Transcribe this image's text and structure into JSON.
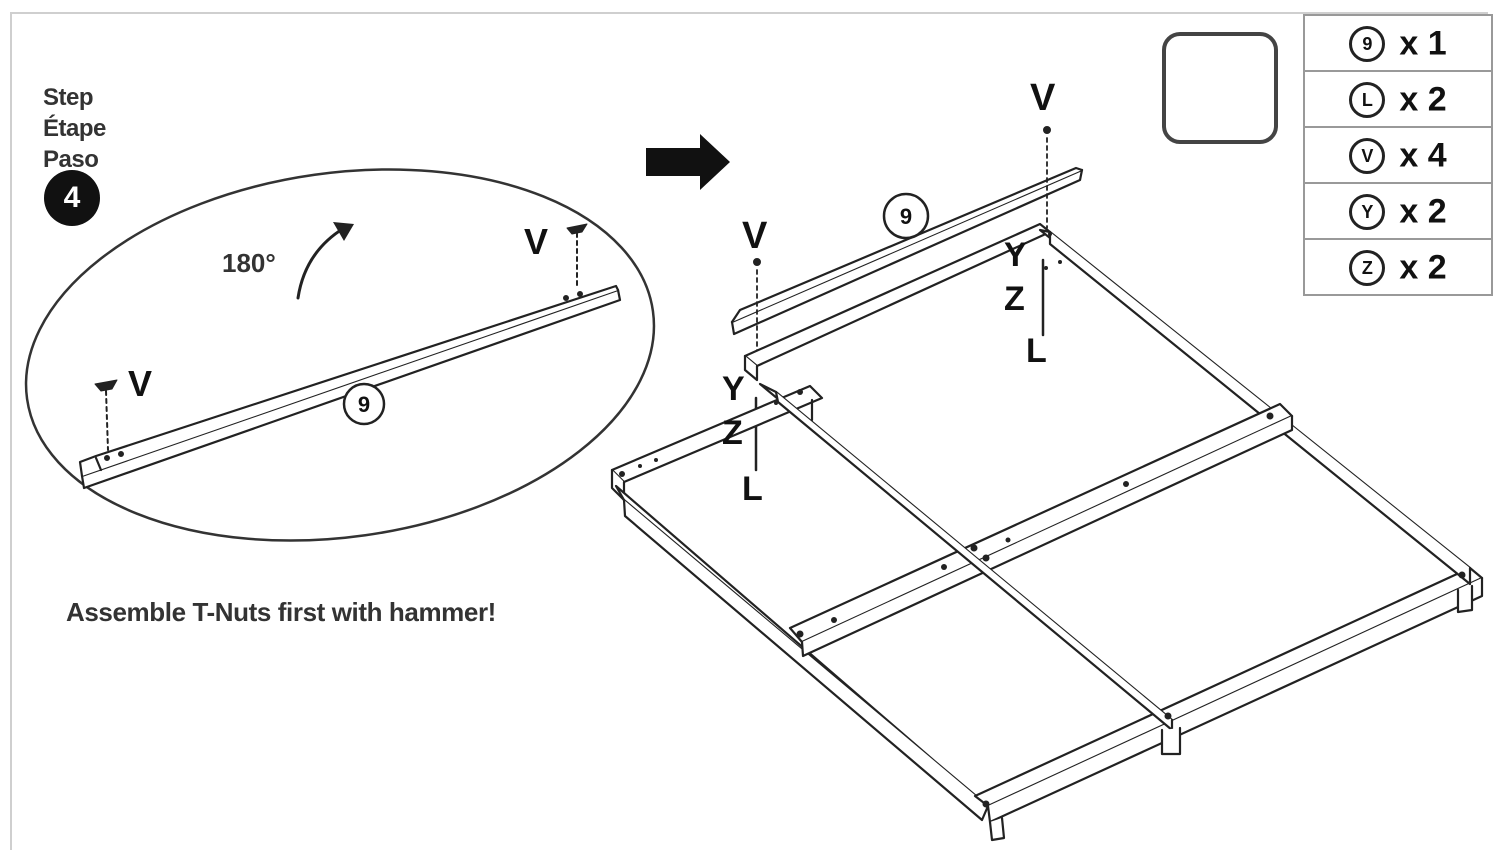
{
  "step": {
    "labels": [
      "Step",
      "Étape",
      "Paso"
    ],
    "number": "4"
  },
  "detail": {
    "rotation_label": "180°",
    "fastener_label": "V",
    "part_label": "9"
  },
  "assembly": {
    "fastener_top": "V",
    "part_label": "9",
    "nut_labels": [
      "Y",
      "Z",
      "L"
    ]
  },
  "instruction": "Assemble T-Nuts first with hammer!",
  "tool": {
    "icon": "hammer-icon"
  },
  "parts": [
    {
      "id": "9",
      "qty": "x 1"
    },
    {
      "id": "L",
      "qty": "x 2"
    },
    {
      "id": "V",
      "qty": "x 4"
    },
    {
      "id": "Y",
      "qty": "x 2"
    },
    {
      "id": "Z",
      "qty": "x 2"
    }
  ]
}
